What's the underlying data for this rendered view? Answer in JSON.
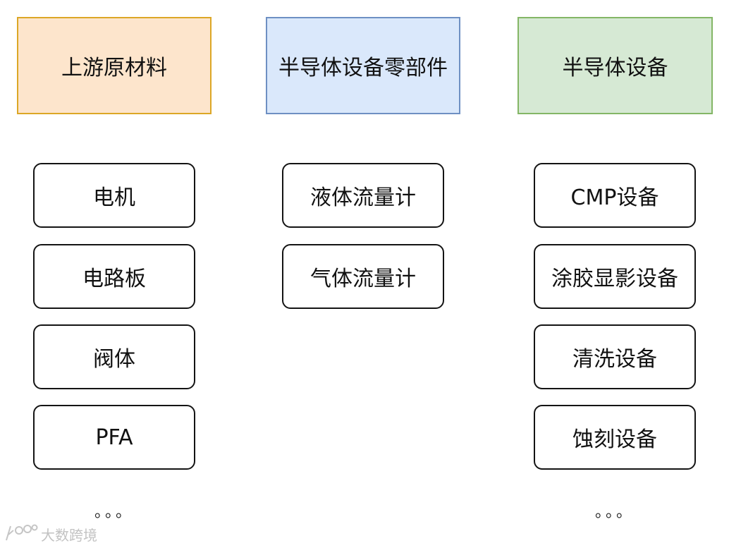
{
  "columns": [
    {
      "header": "上游原材料",
      "items": [
        "电机",
        "电路板",
        "阀体",
        "PFA"
      ],
      "more": "。。。"
    },
    {
      "header": "半导体设备零部件",
      "items": [
        "液体流量计",
        "气体流量计"
      ]
    },
    {
      "header": "半导体设备",
      "items": [
        "CMP设备",
        "涂胶显影设备",
        "清洗设备",
        "蚀刻设备"
      ],
      "more": "。。。"
    }
  ],
  "watermark": {
    "text": "大数跨境"
  },
  "colors": {
    "header_raw_fill": "#fde5cc",
    "header_raw_border": "#dca726",
    "header_parts_fill": "#dae8fb",
    "header_parts_border": "#6e90c3",
    "header_equipment_fill": "#d6e9d4",
    "header_equipment_border": "#84b666",
    "item_border": "#141414"
  }
}
